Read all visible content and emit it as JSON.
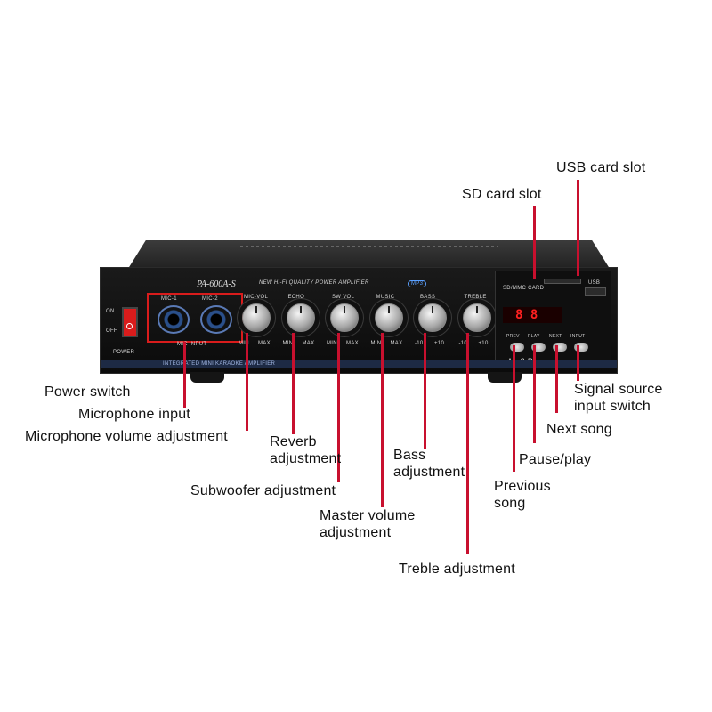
{
  "device": {
    "model": "PA-600A-S",
    "tagline": "NEW HI-FI QUALITY POWER AMPLIFIER",
    "badge_mp3": "MP3",
    "power_on": "ON",
    "power_off": "OFF",
    "power_label": "POWER",
    "mic1": "MIC-1",
    "mic2": "MIC-2",
    "mic_input": "MIC INPUT",
    "bottom_stripe": "INTEGRATED MINI KARAOKE AMPLIFIER",
    "knobs": [
      {
        "name": "MIC-VOL",
        "min": "MIN",
        "max": "MAX"
      },
      {
        "name": "ECHO",
        "min": "MIN",
        "max": "MAX"
      },
      {
        "name": "SW VOL",
        "min": "MIN",
        "max": "MAX"
      },
      {
        "name": "MUSIC",
        "min": "MIN",
        "max": "MAX"
      },
      {
        "name": "BASS",
        "min": "-10",
        "max": "+10"
      },
      {
        "name": "TREBLE",
        "min": "-10",
        "max": "+10"
      }
    ],
    "mp3_panel": {
      "card_label": "SD/MMC CARD",
      "usb_label": "USB",
      "display": "8 8",
      "buttons": [
        "PREV",
        "PLAY",
        "NEXT",
        "INPUT"
      ],
      "footer": "Mp3 PLayer"
    }
  },
  "callouts": {
    "usb_slot": "USB card slot",
    "sd_slot": "SD card slot",
    "power_switch": "Power switch",
    "mic_input": "Microphone input",
    "mic_volume": "Microphone volume adjustment",
    "reverb": "Reverb adjustment",
    "subwoofer": "Subwoofer adjustment",
    "master_volume": "Master volume adjustment",
    "bass": "Bass adjustment",
    "treble": "Treble adjustment",
    "previous": "Previous song",
    "pause_play": "Pause/play",
    "next": "Next song",
    "signal_source": "Signal source input switch"
  },
  "colors": {
    "leader": "#c8102e",
    "panel": "#111111",
    "highlight_box": "#d91c1c"
  }
}
